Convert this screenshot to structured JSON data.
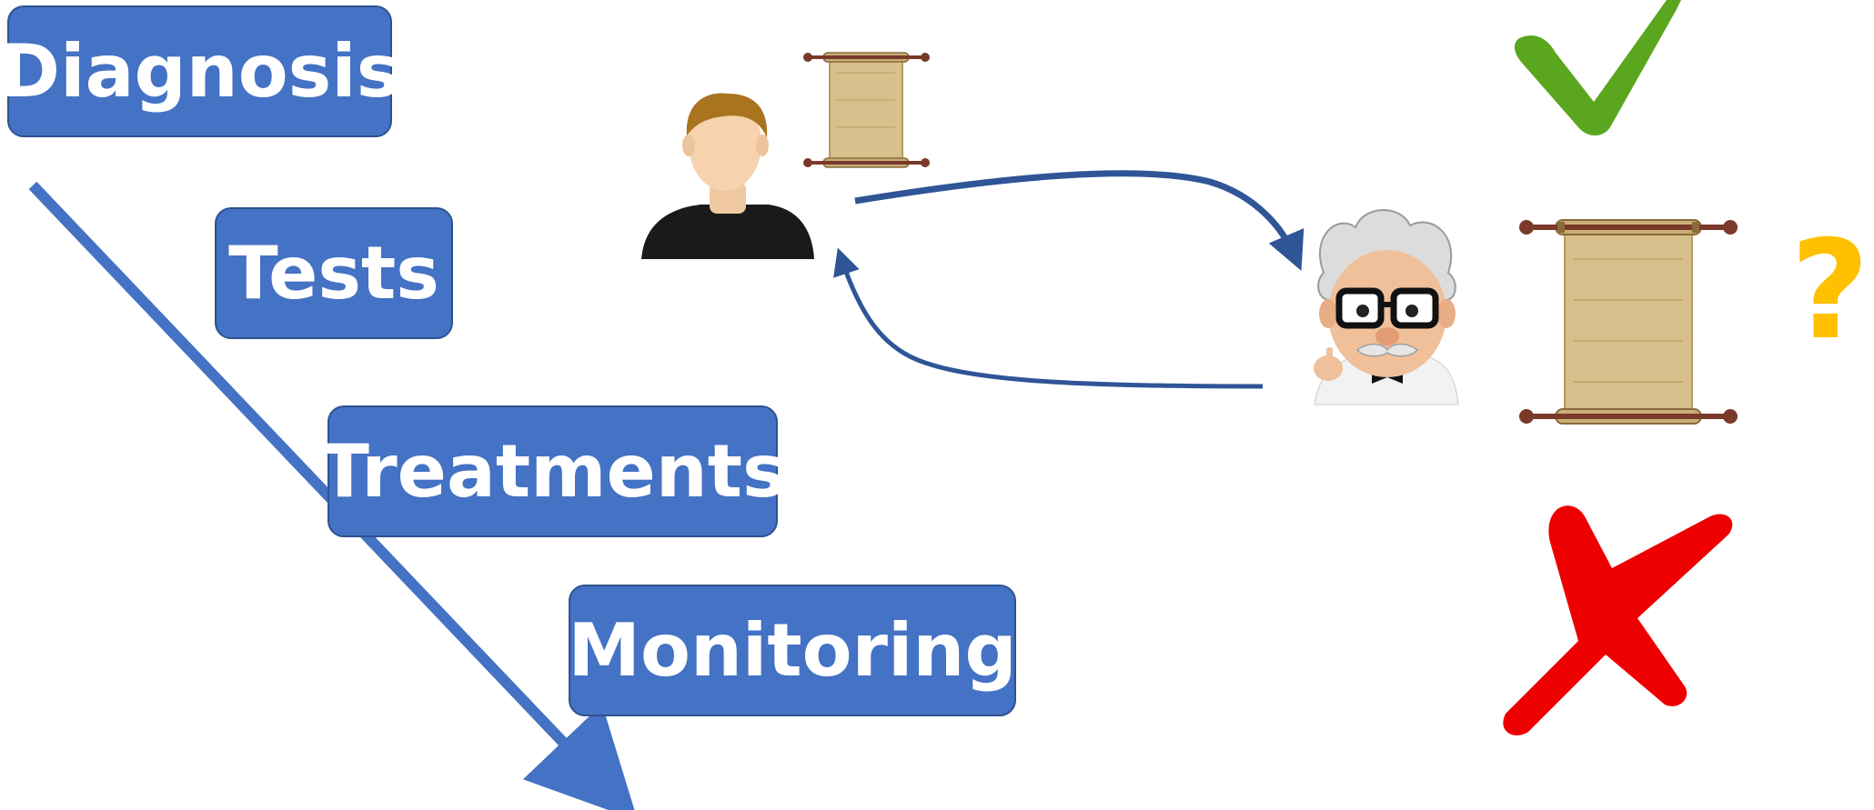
{
  "steps": {
    "diagnosis": "Diagnosis",
    "tests": "Tests",
    "treatments": "Treatments",
    "monitoring": "Monitoring"
  },
  "question_mark": "?",
  "icons": {
    "patient": "patient-icon",
    "doctor": "doctor-icon",
    "small_scroll": "scroll-icon",
    "large_scroll": "scroll-icon",
    "check": "check-mark-icon",
    "cross": "cross-mark-icon"
  },
  "colors": {
    "box_fill": "#4472c4",
    "box_border": "#2f528f",
    "arrow": "#2f5597",
    "timeline_arrow": "#4472c4",
    "check": "#5aa61e",
    "cross": "#ee0000",
    "question": "#ffc000",
    "scroll": "#d8c08c"
  }
}
